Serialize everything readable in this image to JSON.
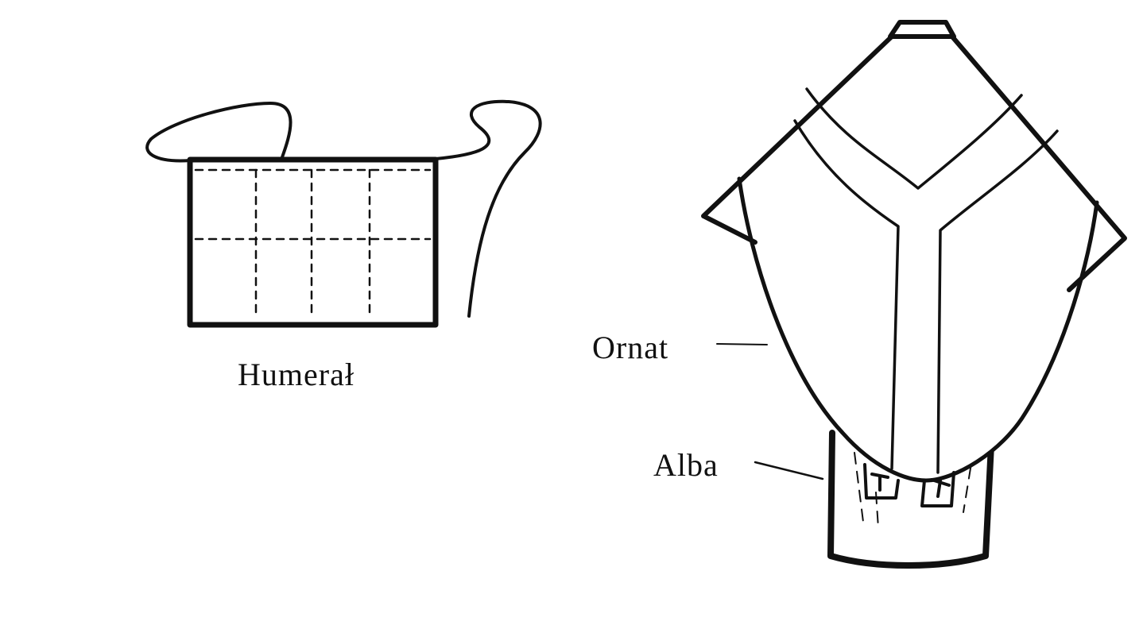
{
  "labels": {
    "humeral": "Humerał",
    "ornat": "Ornat",
    "alba": "Alba"
  },
  "colors": {
    "ink": "#111111",
    "paper": "#ffffff"
  }
}
